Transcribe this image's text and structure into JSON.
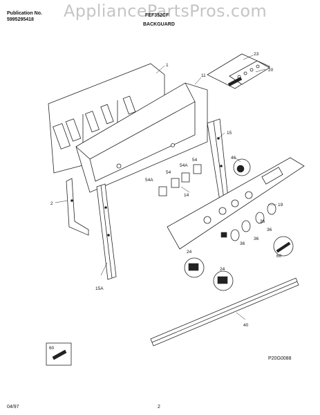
{
  "header": {
    "publication_label": "Publication No.",
    "publication_number": "5995295418",
    "model": "FEF352CF",
    "section_title": "BACKGUARD",
    "watermark": "AppliancePartsPros.com"
  },
  "callouts": {
    "c1": "1",
    "c11": "11",
    "c2": "2",
    "c15": "15",
    "c15a": "15A",
    "c14": "14",
    "c19": "19",
    "c20": "20",
    "c23": "23",
    "c24a": "24",
    "c24b": "24",
    "c36a": "36",
    "c36b": "36",
    "c36c": "36",
    "c36d": "36",
    "c40": "40",
    "c46": "46",
    "c54a": "54",
    "c54b": "54",
    "c54Aa": "54A",
    "c54Ab": "54A",
    "c60a": "60",
    "c60b": "60"
  },
  "figure_code": "P20G0088",
  "footer": {
    "date": "04/97",
    "page": "2"
  }
}
